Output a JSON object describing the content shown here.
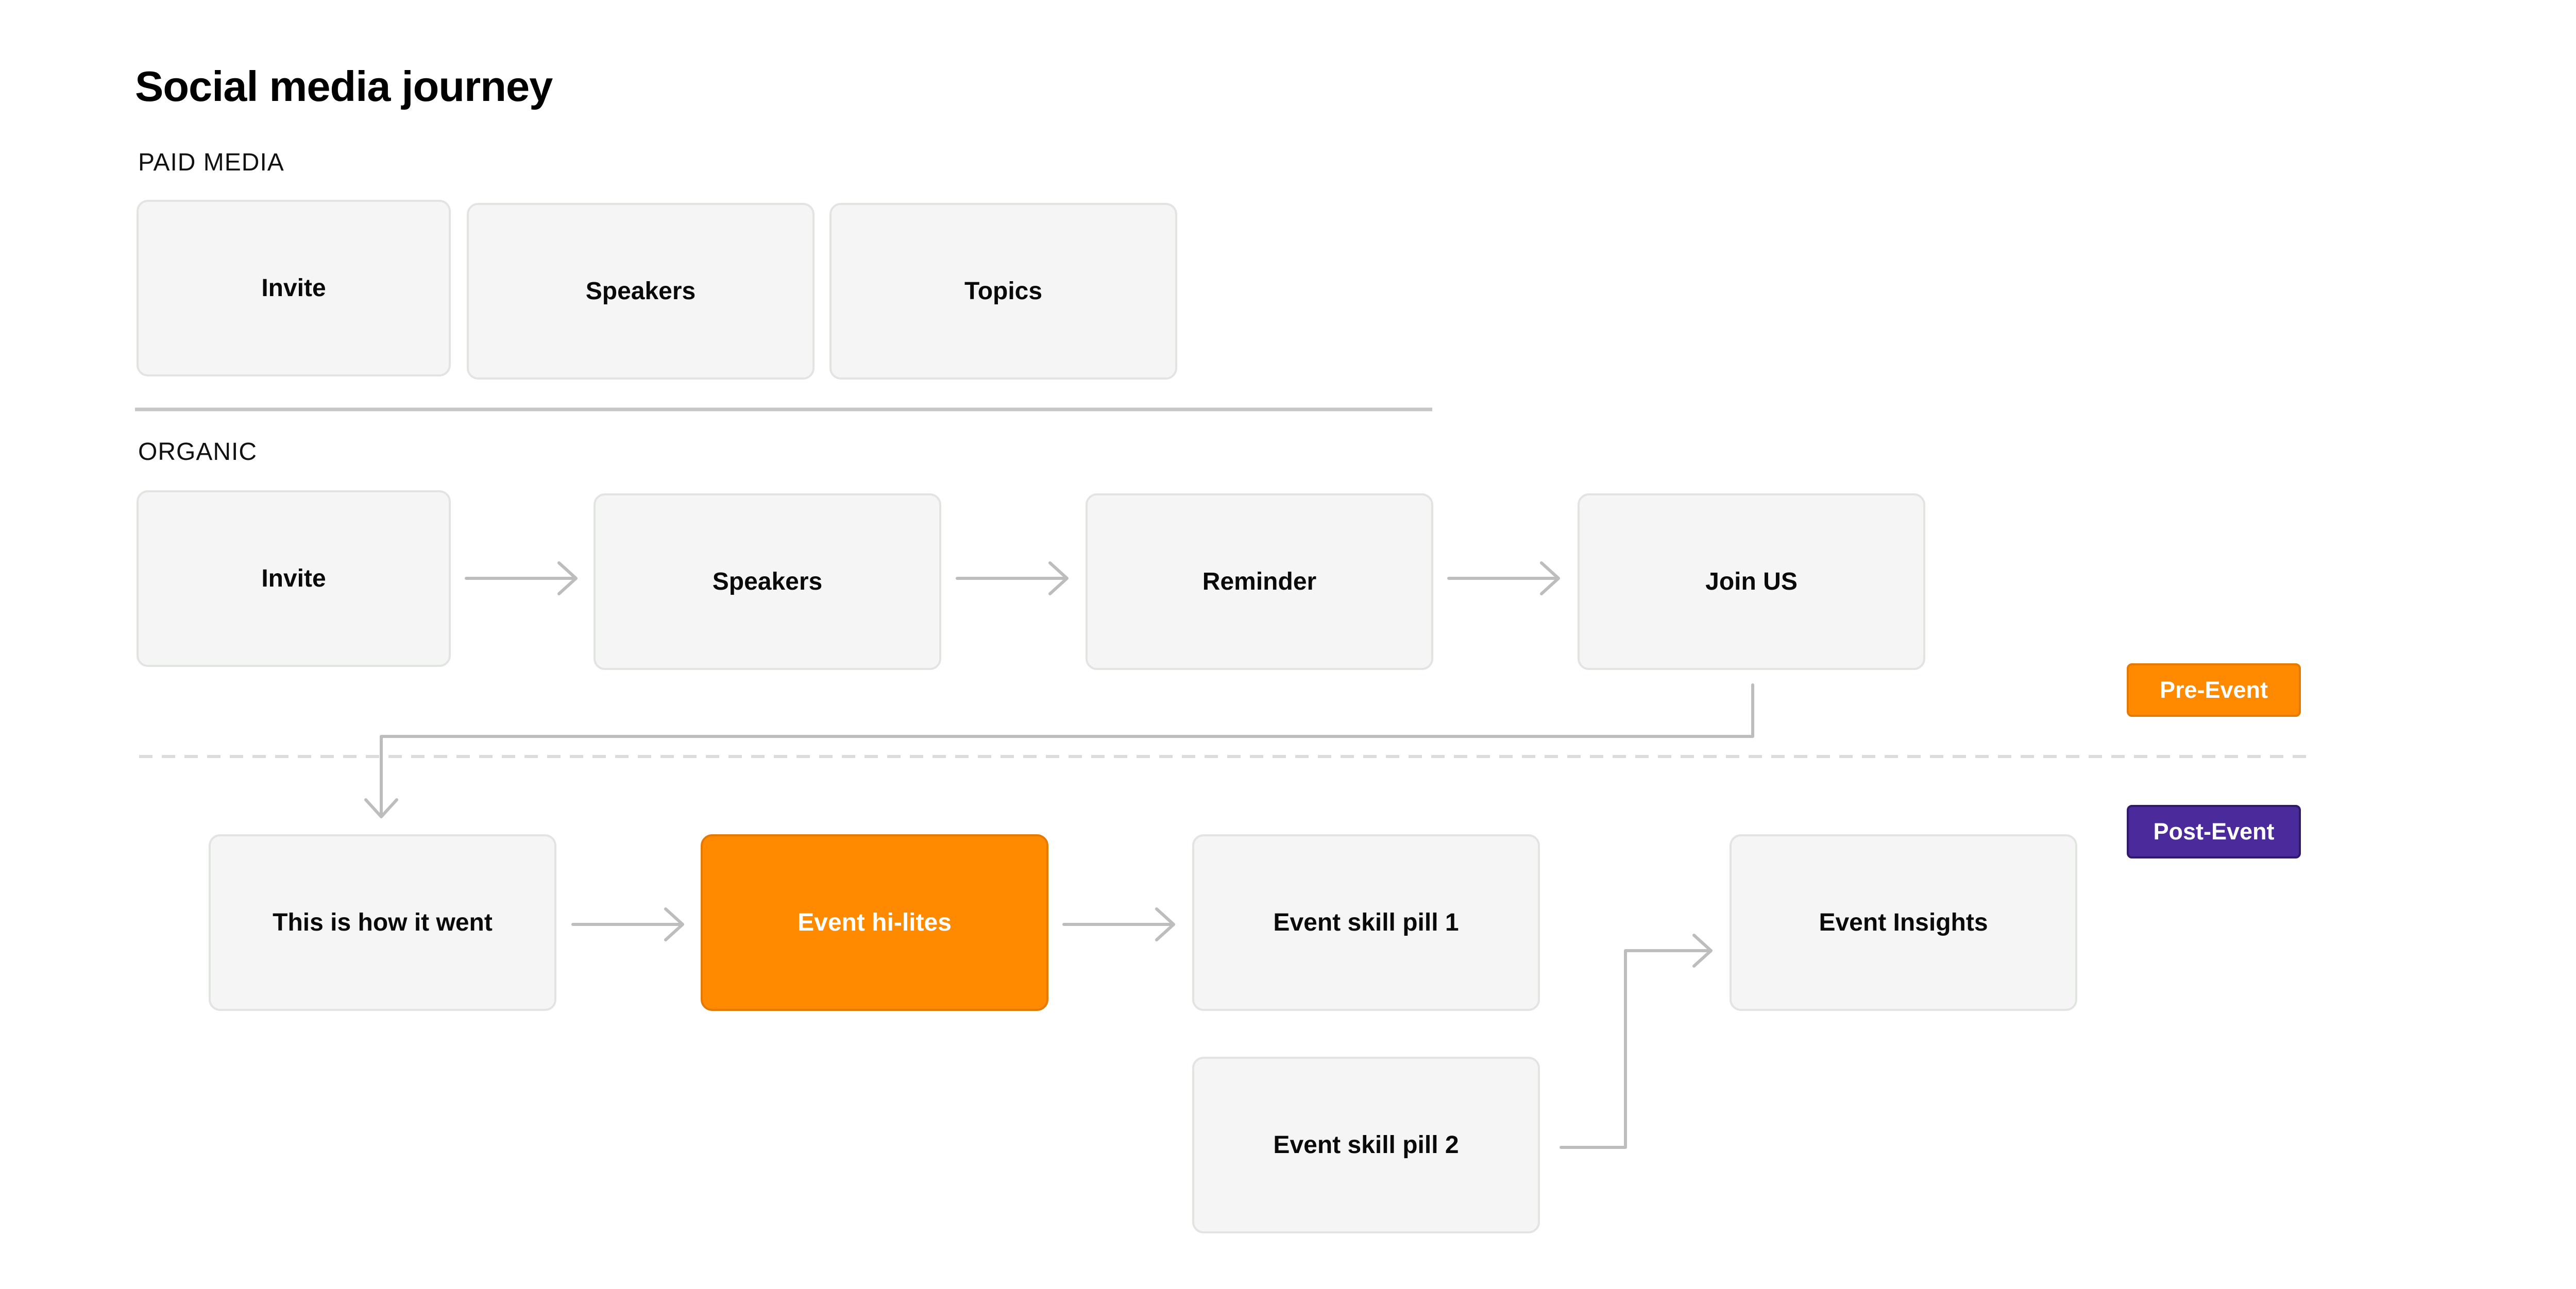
{
  "title": "Social media journey",
  "sections": {
    "paid_media": "PAID MEDIA",
    "organic": "ORGANIC"
  },
  "paid_media": {
    "items": [
      "Invite",
      "Speakers",
      "Topics"
    ]
  },
  "organic": {
    "items": [
      "Invite",
      "Speakers",
      "Reminder",
      "Join US"
    ]
  },
  "post_event": {
    "items": [
      "This is how it went",
      "Event hi-lites",
      "Event skill pill 1",
      "Event skill pill 2",
      "Event Insights"
    ]
  },
  "badges": {
    "pre_event": "Pre-Event",
    "post_event": "Post-Event"
  },
  "colors": {
    "box_fill": "#f4f5f4",
    "box_border": "#e2e4e2",
    "highlight": "#ff8a00",
    "pre_event_badge": "#ff8a00",
    "post_event_badge": "#4b2a9c",
    "connector": "#bdbdbd"
  }
}
